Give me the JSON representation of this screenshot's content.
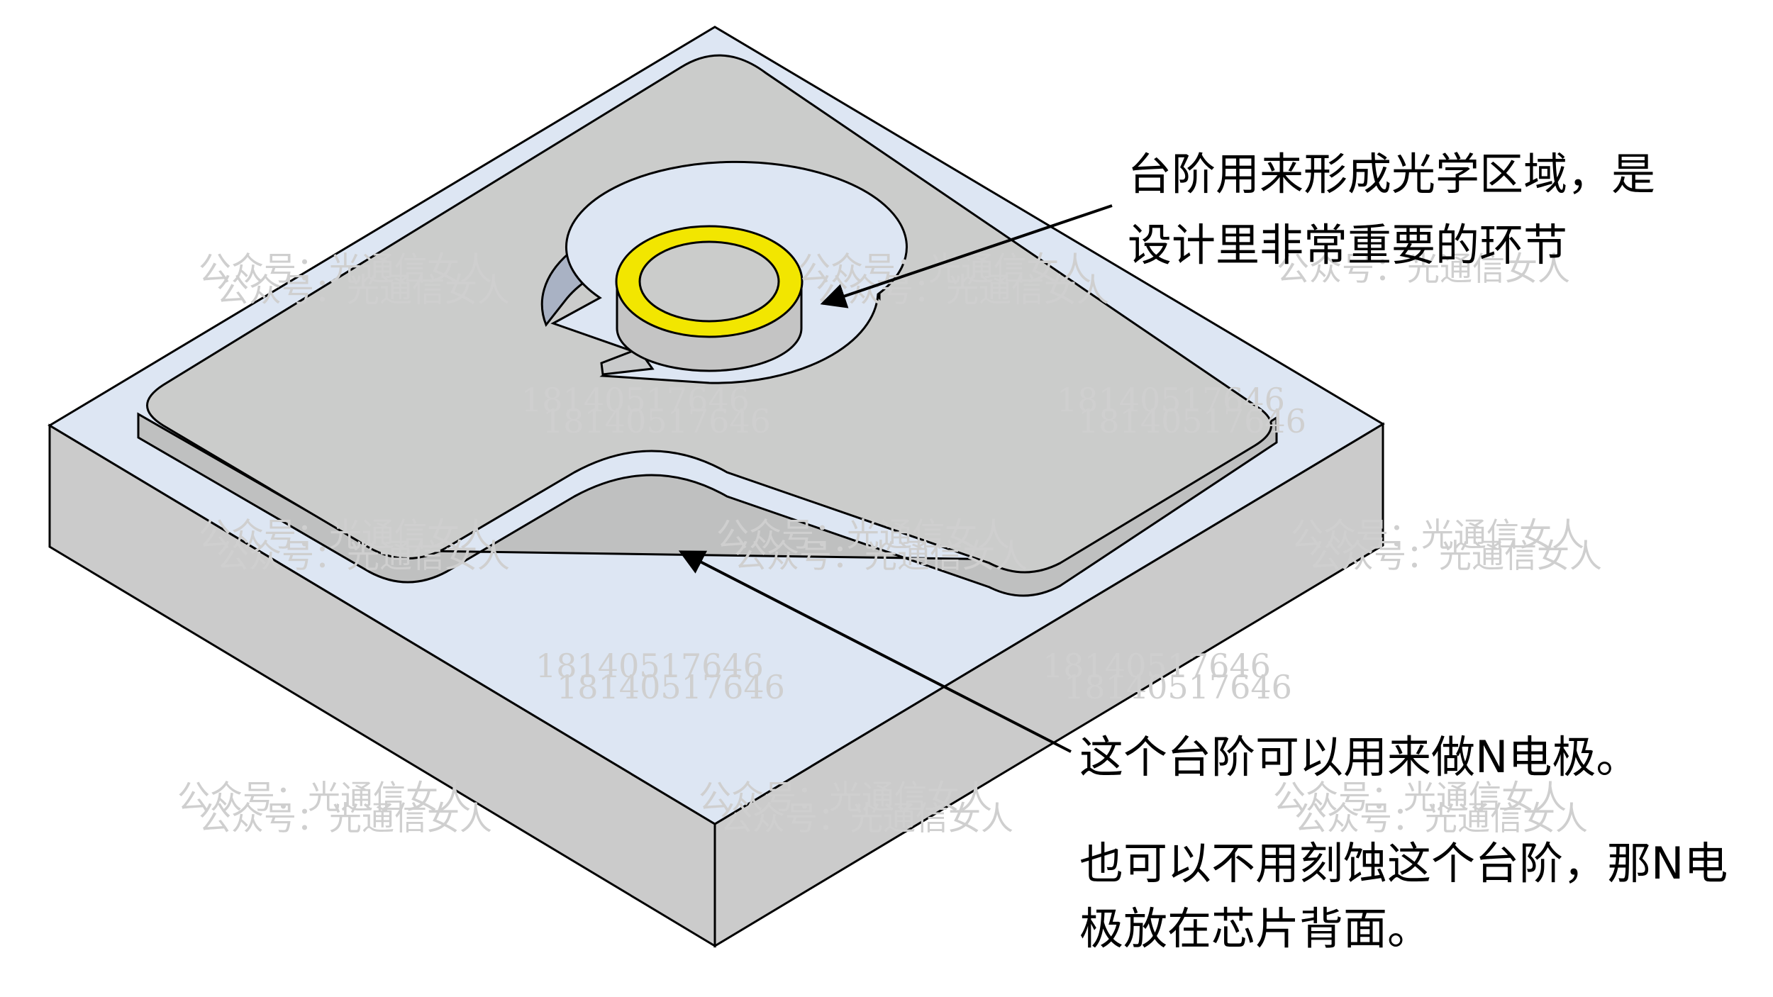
{
  "annotations": {
    "optical_step": {
      "line1": "台阶用来形成光学区域，是",
      "line2": "设计里非常重要的环节"
    },
    "n_electrode_step": "这个台阶可以用来做N电极。",
    "alternative": {
      "line1": "也可以不用刻蚀这个台阶，那N电",
      "line2": "极放在芯片背面。"
    }
  },
  "watermark": {
    "account": "公众号：光通信女人",
    "phone": "18140517646"
  },
  "colors": {
    "chip_top": "#dde6f3",
    "chip_side": "#cbcbcb",
    "mesa_top": "#cbcccb",
    "ring_yellow": "#f2e600",
    "outline": "#000000"
  }
}
